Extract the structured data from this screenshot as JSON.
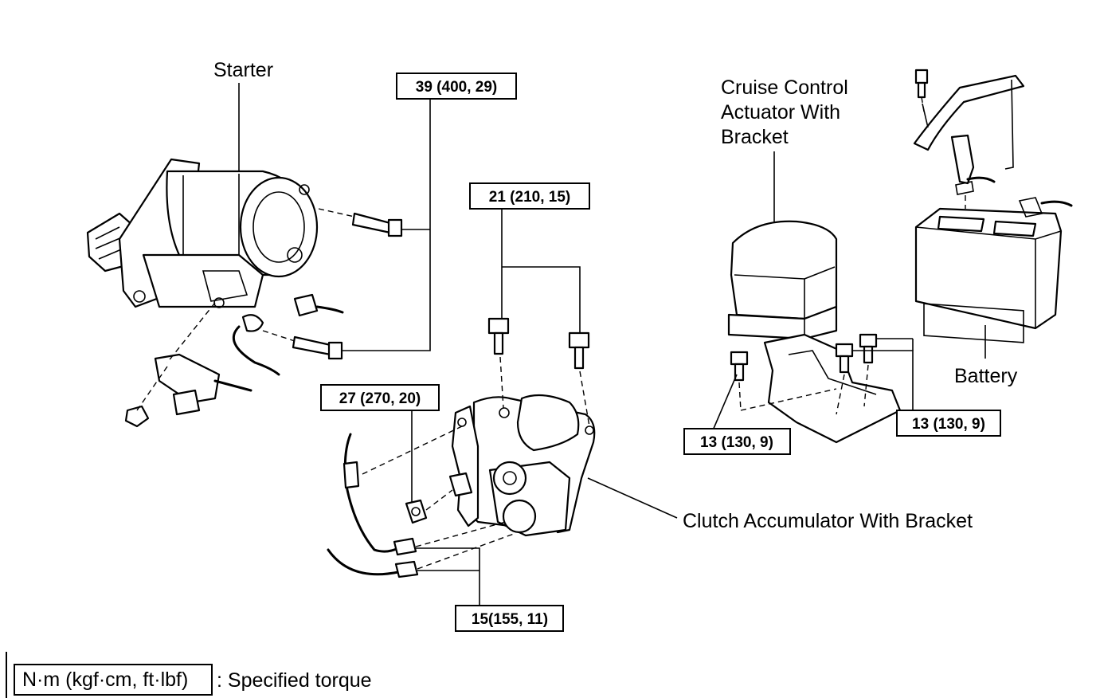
{
  "labels": {
    "starter": "Starter",
    "cruise_line1": "Cruise Control",
    "cruise_line2": "Actuator With",
    "cruise_line3": "Bracket",
    "battery": "Battery",
    "clutch": "Clutch Accumulator With Bracket"
  },
  "torques": {
    "starter_bolts": "39 (400, 29)",
    "accumulator_bolts": "21 (210, 15)",
    "accumulator_nut": "27 (270, 20)",
    "pipe_unions": "15(155, 11)",
    "actuator_left": "13 (130, 9)",
    "actuator_right": "13 (130, 9)"
  },
  "legend": {
    "unit": "N·m (kgf·cm, ft·lbf)",
    "description": ": Specified torque"
  }
}
